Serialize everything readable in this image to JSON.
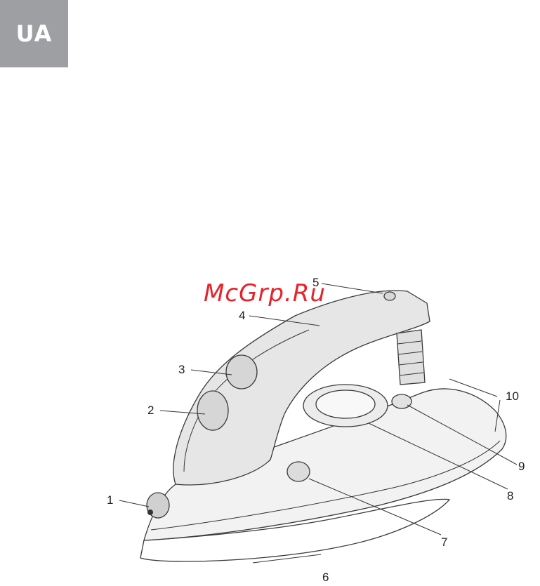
{
  "language_badge": "UA",
  "watermark": "McGrp.Ru",
  "callouts": [
    "1",
    "2",
    "3",
    "4",
    "5",
    "6",
    "7",
    "8",
    "9",
    "10"
  ]
}
